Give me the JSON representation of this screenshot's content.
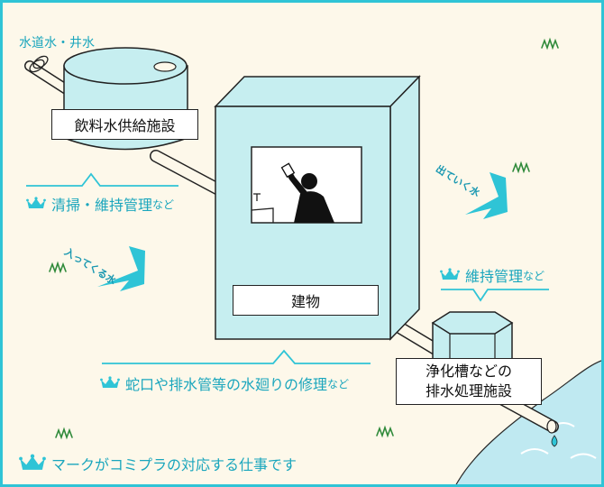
{
  "labels": {
    "source": "水道水・井水",
    "supply_facility": "飲料水供給施設",
    "building": "建物",
    "septic_line1": "浄化槽などの",
    "septic_line2": "排水処理施設",
    "incoming_water": "入ってくる水",
    "outgoing_water": "出ていく水"
  },
  "services": {
    "cleaning": {
      "text": "清掃・維持管理",
      "suffix": "など"
    },
    "maintenance": {
      "text": "維持管理",
      "suffix": "など"
    },
    "repair": {
      "text": "蛇口や排水管等の水廻りの修理",
      "suffix": "など"
    }
  },
  "legend": {
    "text": "マークがコミプラの対応する仕事です"
  },
  "colors": {
    "accent": "#2fc4d6",
    "accent_dark": "#1aa6bd",
    "building": "#c6eef0",
    "background": "#fdf8ea",
    "water": "#bfe9f1"
  }
}
